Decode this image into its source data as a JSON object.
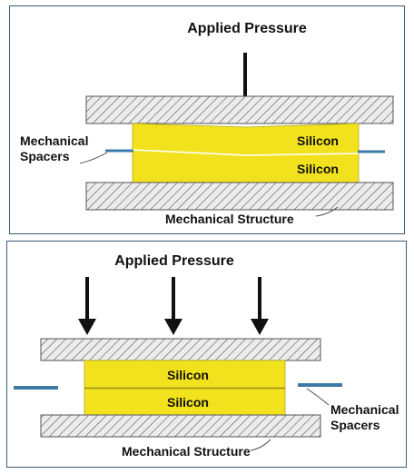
{
  "top_panel": {
    "applied_pressure": "Applied Pressure",
    "silicon_upper": "Silicon",
    "silicon_lower": "Silicon",
    "spacer_label_line1": "Mechanical",
    "spacer_label_line2": "Spacers",
    "structure_label": "Mechanical Structure"
  },
  "bottom_panel": {
    "applied_pressure": "Applied Pressure",
    "silicon_upper": "Silicon",
    "silicon_lower": "Silicon",
    "spacer_label_line1": "Mechanical",
    "spacer_label_line2": "Spacers",
    "structure_label": "Mechanical Structure"
  },
  "colors": {
    "silicon_fill": "#f2e21e",
    "spacer": "#3d7ba6",
    "plate_fill": "#e8e8e8",
    "plate_hatch": "#555555",
    "frame_border": "#3a5f7c"
  }
}
